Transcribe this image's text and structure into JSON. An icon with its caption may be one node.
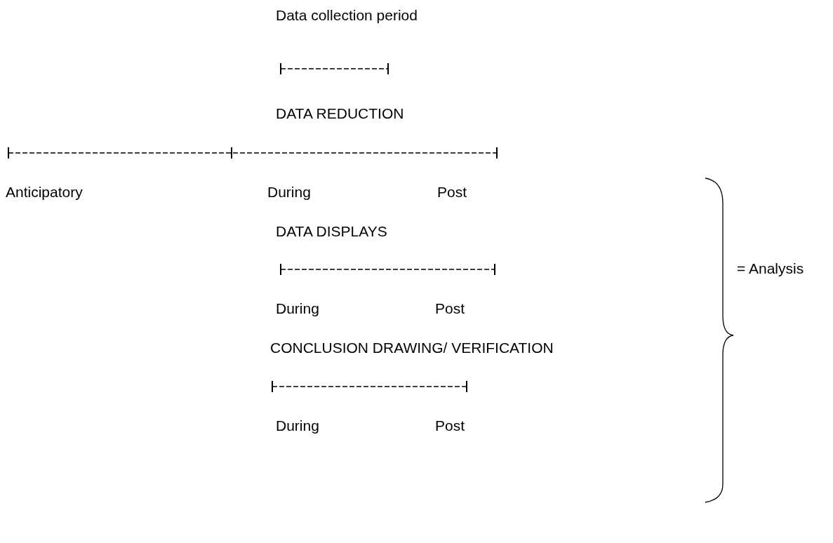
{
  "diagram": {
    "labels": [
      "Data collection period",
      "DATA REDUCTION",
      "Anticipatory",
      "During",
      "Post",
      "DATA DISPLAYS",
      "During",
      "Post",
      "CONCLUSION DRAWING/ VERIFICATION",
      "During",
      "Post",
      "= Analysis"
    ]
  }
}
